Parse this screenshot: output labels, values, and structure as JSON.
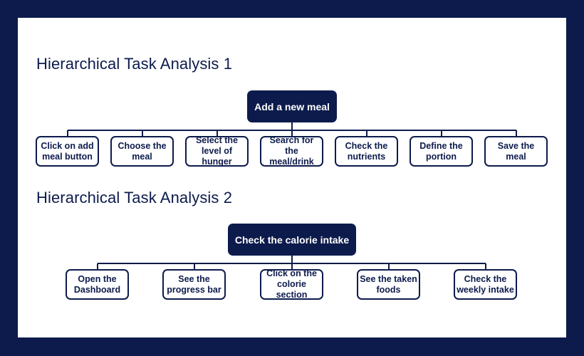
{
  "hta1": {
    "title": "Hierarchical Task Analysis 1",
    "root": "Add a new meal",
    "steps": [
      "Click on add meal button",
      "Choose the meal",
      "Select the level of hunger",
      "Search for the meal/drink",
      "Check the nutrients",
      "Define the portion",
      "Save the meal"
    ]
  },
  "hta2": {
    "title": "Hierarchical Task Analysis 2",
    "root": "Check the calorie intake",
    "steps": [
      "Open the Dashboard",
      "See the progress bar",
      "Click on the colorie section",
      "See the taken foods",
      "Check the weekly intake"
    ]
  },
  "colors": {
    "background": "#0d1b4c",
    "card": "#ffffff",
    "accent": "#0d1b4c"
  }
}
